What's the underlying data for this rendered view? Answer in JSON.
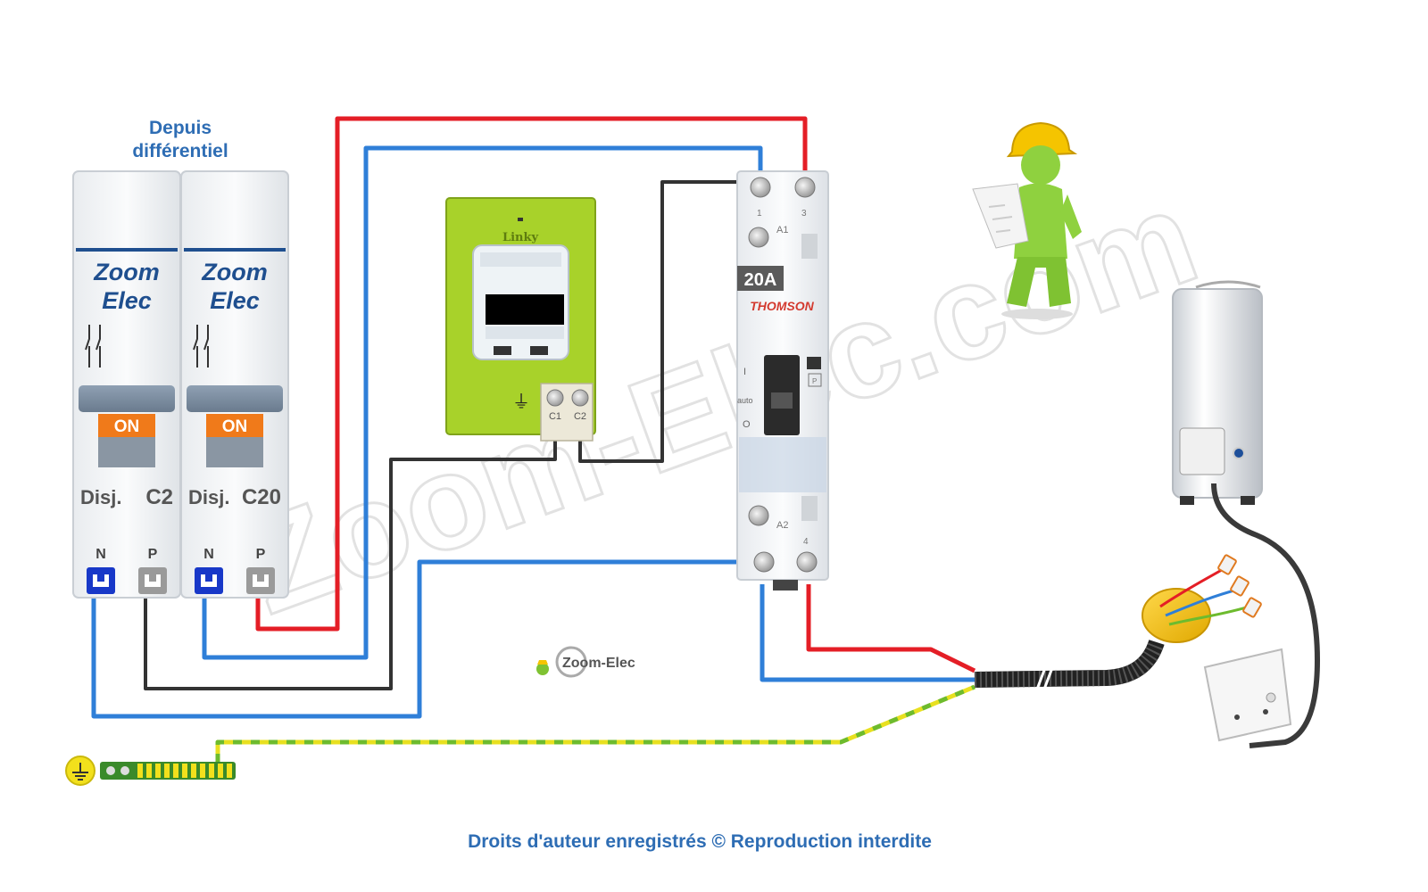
{
  "header": {
    "line1": "Depuis",
    "line2": "différentiel"
  },
  "breakers": [
    {
      "brand_line1": "Zoom",
      "brand_line2": "Elec",
      "on_label": "ON",
      "type_label": "Disj.",
      "rating": "C2",
      "term_n": "N",
      "term_p": "P"
    },
    {
      "brand_line1": "Zoom",
      "brand_line2": "Elec",
      "on_label": "ON",
      "type_label": "Disj.",
      "rating": "C20",
      "term_n": "N",
      "term_p": "P"
    }
  ],
  "meter": {
    "brand": "Linky",
    "term_c1": "C1",
    "term_c2": "C2"
  },
  "contactor": {
    "rating": "20A",
    "brand": "THOMSON",
    "term_1": "1",
    "term_3": "3",
    "term_a1": "A1",
    "term_a2": "A2",
    "term_4": "4",
    "mode_on": "I",
    "mode_auto": "auto",
    "mode_off": "O",
    "mode_p": "P"
  },
  "logo": {
    "text": "Zoom-Elec"
  },
  "watermark": "Zoom-Elec.com",
  "footer": {
    "copyright": "Droits d'auteur enregistrés © Reproduction interdite"
  },
  "colors": {
    "phase": "#e41e26",
    "neutral": "#2f7fd8",
    "control": "#333333",
    "earth_green": "#6dbb2e",
    "earth_yellow": "#e8e020",
    "title_blue": "#2e6db4",
    "brand_blue": "#1f4f8f",
    "on_orange": "#f07a1a",
    "meter_green": "#a8d22a",
    "contactor_red": "#d33a2f"
  }
}
